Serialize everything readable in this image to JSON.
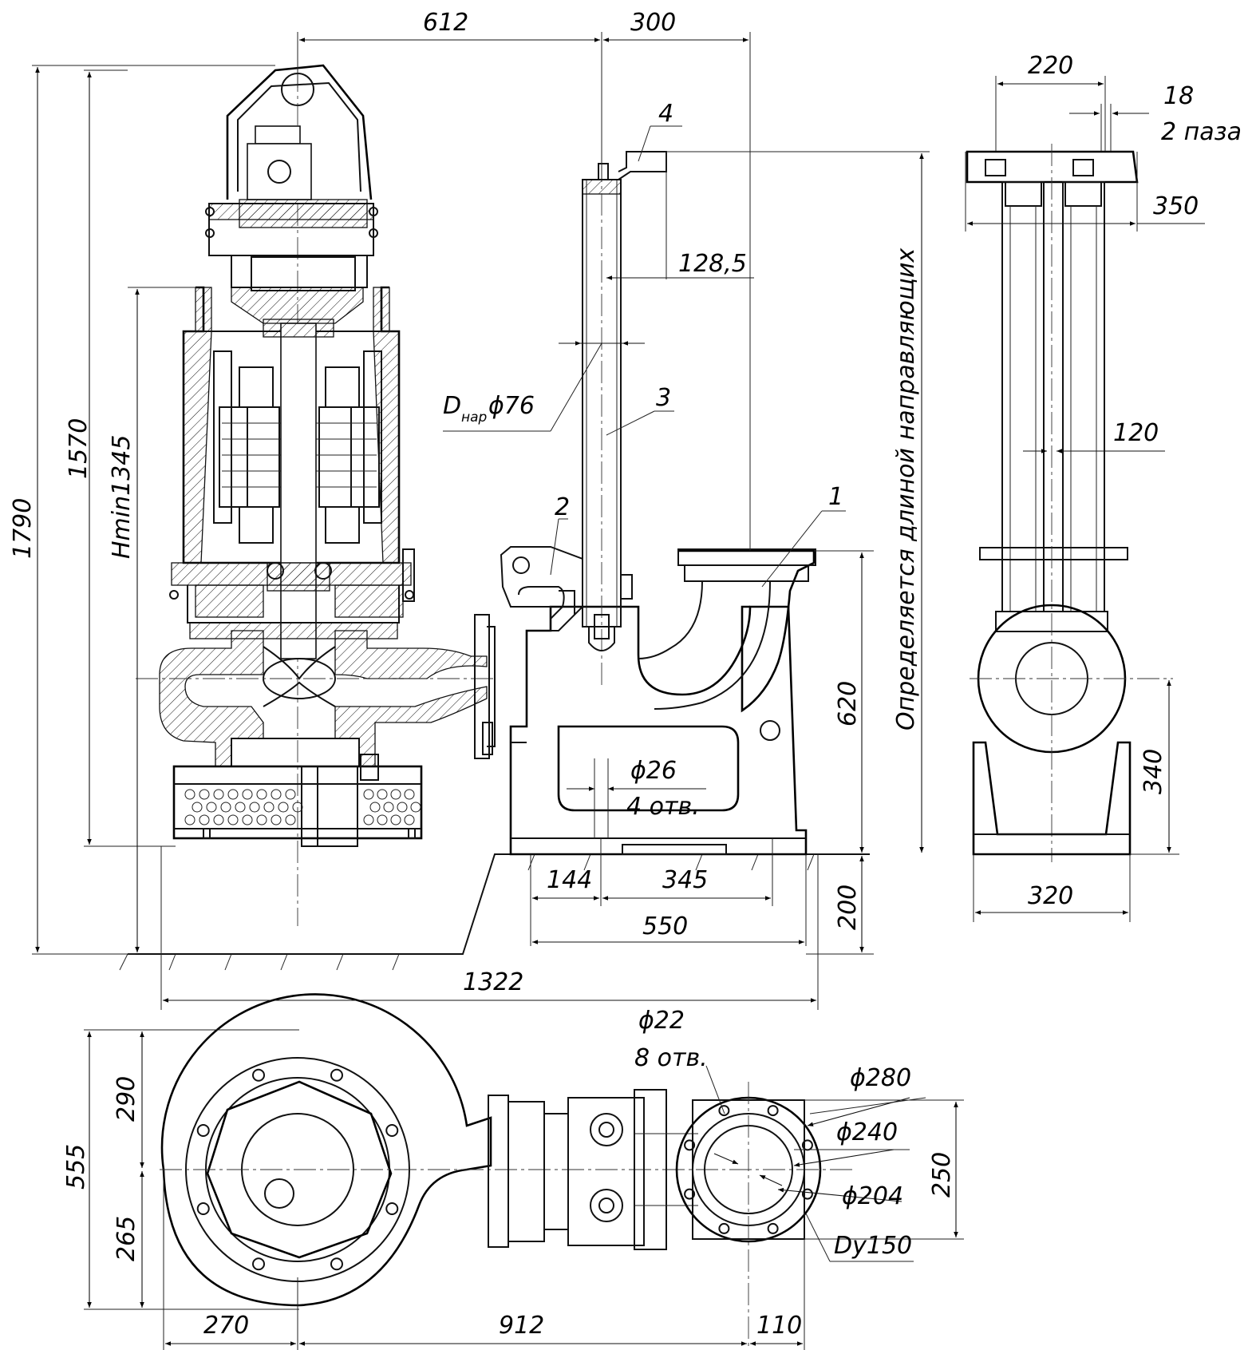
{
  "drawing": {
    "side_view": {
      "width_motor_to_rail": "612",
      "rail_to_base_edge": "300",
      "total_height": "1790",
      "height_1570": "1570",
      "hmin": "Hmin1345",
      "rail_offset": "128,5",
      "pipe_label": "D",
      "pipe_label_sub": "нар",
      "pipe_diameter": "ϕ76",
      "guide_length_note": "Определяется длиной направляющих",
      "discharge_height": "620",
      "base_height": "200",
      "hole_diameter": "ϕ26",
      "hole_count": "4 отв.",
      "dim_144": "144",
      "dim_345": "345",
      "dim_550": "550",
      "dim_1322": "1322"
    },
    "parts": [
      "1",
      "2",
      "3",
      "4"
    ],
    "end_view": {
      "top_width": "220",
      "slot_width": "18",
      "slot_count": "2 паза",
      "bracket_width": "350",
      "rail_spacing": "120",
      "outlet_height": "340",
      "base_width": "320"
    },
    "plan_view": {
      "dim_290": "290",
      "dim_555": "555",
      "dim_265": "265",
      "dim_270": "270",
      "dim_912": "912",
      "dim_110": "110",
      "flange_hole_diameter": "ϕ22",
      "flange_hole_count": "8 отв.",
      "flange_outer": "ϕ280",
      "bolt_circle": "ϕ240",
      "raised_face": "ϕ204",
      "nominal_diameter": "Dу150",
      "flange_height": "250"
    }
  }
}
